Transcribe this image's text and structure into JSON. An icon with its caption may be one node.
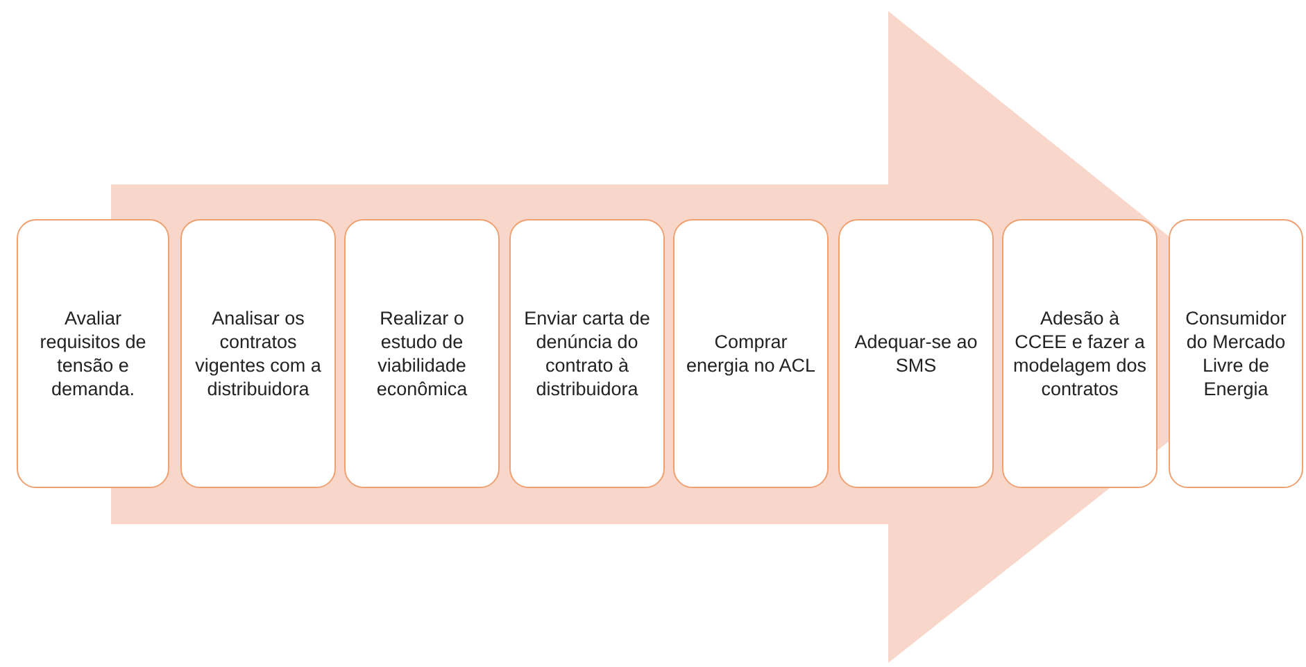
{
  "diagram": {
    "nodes": [
      {
        "text": [
          "Avaliar requisitos de tensão e demanda."
        ]
      },
      {
        "text": [
          "Analisar os contratos vigentes com a distribuidora"
        ]
      },
      {
        "text": [
          "Realizar o estudo de viabilidade econômica"
        ]
      },
      {
        "text": [
          "Enviar carta de denúncia do contrato à distribuidora"
        ]
      },
      {
        "text": [
          "Comprar energia no ACL"
        ]
      },
      {
        "text": [
          "Adequar-se ao SMS"
        ]
      },
      {
        "text": [
          "Adesão à CCEE e fazer a modelagem dos contratos"
        ]
      },
      {
        "text": [
          "Consumidor do Mercado Livre de Energia"
        ]
      }
    ],
    "edges": [
      {
        "from": 0,
        "to": 7,
        "arrow": "to"
      }
    ]
  }
}
